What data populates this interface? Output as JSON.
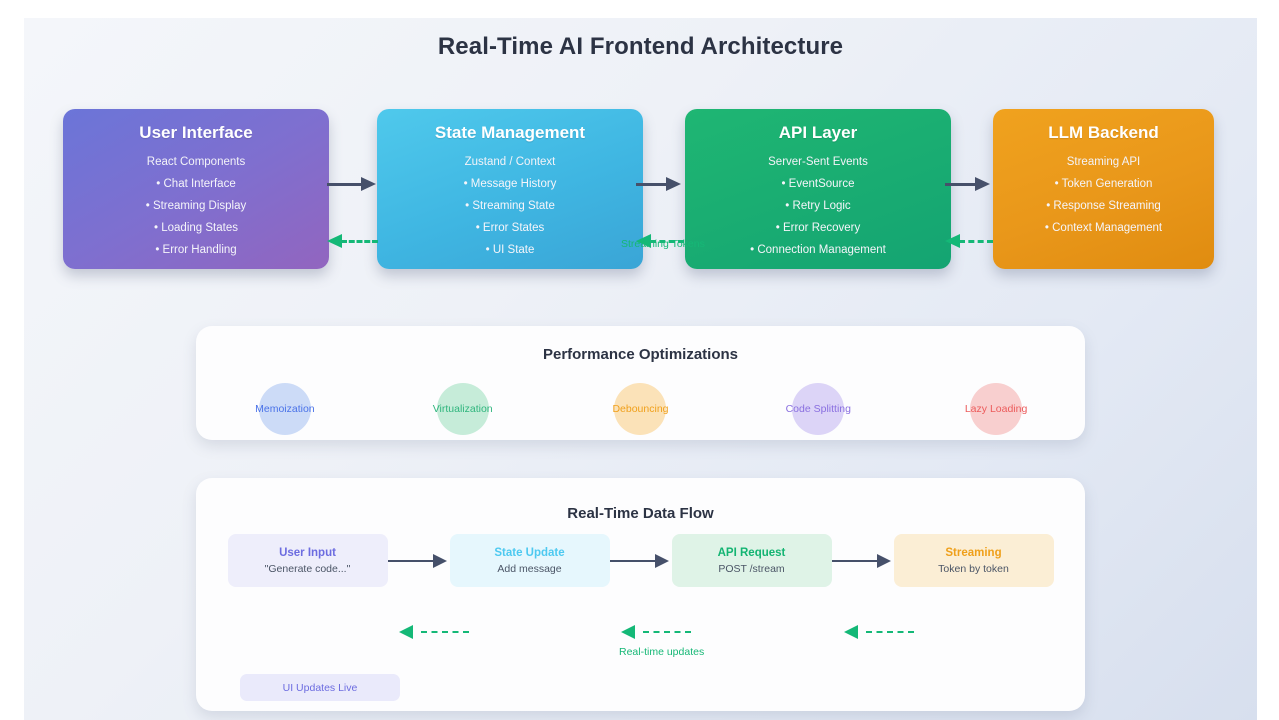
{
  "page": {
    "title": "Real-Time AI Frontend Architecture",
    "background_start": "#f4f6fa",
    "background_end": "#d7dfee"
  },
  "architecture": {
    "cards": [
      {
        "name": "user-interface",
        "title": "User Interface",
        "subtitle": "React Components",
        "items": [
          "• Chat Interface",
          "• Streaming Display",
          "• Loading States",
          "• Error Handling"
        ],
        "color": "#7f6fcf"
      },
      {
        "name": "state-management",
        "title": "State Management",
        "subtitle": "Zustand / Context",
        "items": [
          "• Message History",
          "• Streaming State",
          "• Error States",
          "• UI State"
        ],
        "color": "#3fb6e2"
      },
      {
        "name": "api-layer",
        "title": "API Layer",
        "subtitle": "Server-Sent Events",
        "items": [
          "• EventSource",
          "• Retry Logic",
          "• Error Recovery",
          "• Connection Management"
        ],
        "color": "#19ac72"
      },
      {
        "name": "llm-backend",
        "title": "LLM Backend",
        "subtitle": "Streaming API",
        "items": [
          "• Token Generation",
          "• Response Streaming",
          "• Context Management"
        ],
        "color": "#e9971a"
      }
    ],
    "forward_arrow_color": "#46506a",
    "return_arrow_color": "#14b877",
    "return_label": "Streaming Tokens"
  },
  "performance": {
    "title": "Performance Optimizations",
    "items": [
      {
        "label": "Memoization",
        "circle": "#ccdbf7",
        "text_color": "#4a72e8"
      },
      {
        "label": "Virtualization",
        "circle": "#c6ecd9",
        "text_color": "#2fb57d"
      },
      {
        "label": "Debouncing",
        "circle": "#fbe2b8",
        "text_color": "#f0a01c"
      },
      {
        "label": "Code Splitting",
        "circle": "#dcd4f7",
        "text_color": "#8a6fe0"
      },
      {
        "label": "Lazy Loading",
        "circle": "#f8cfcf",
        "text_color": "#ec5b5b"
      }
    ]
  },
  "data_flow": {
    "title": "Real-Time Data Flow",
    "steps": [
      {
        "title": "User Input",
        "subtitle": "\"Generate code...\"",
        "bg": "#eeeefb",
        "title_color": "#6c6ce0"
      },
      {
        "title": "State Update",
        "subtitle": "Add message",
        "bg": "#e6f7fd",
        "title_color": "#4dc9f0"
      },
      {
        "title": "API Request",
        "subtitle": "POST /stream",
        "bg": "#dff3e7",
        "title_color": "#13b472"
      },
      {
        "title": "Streaming",
        "subtitle": "Token by token",
        "bg": "#fbeed5",
        "title_color": "#efa01b"
      }
    ],
    "return_label": "Real-time updates",
    "return_arrow_color": "#14b877",
    "ui_live_label": "UI Updates Live"
  }
}
